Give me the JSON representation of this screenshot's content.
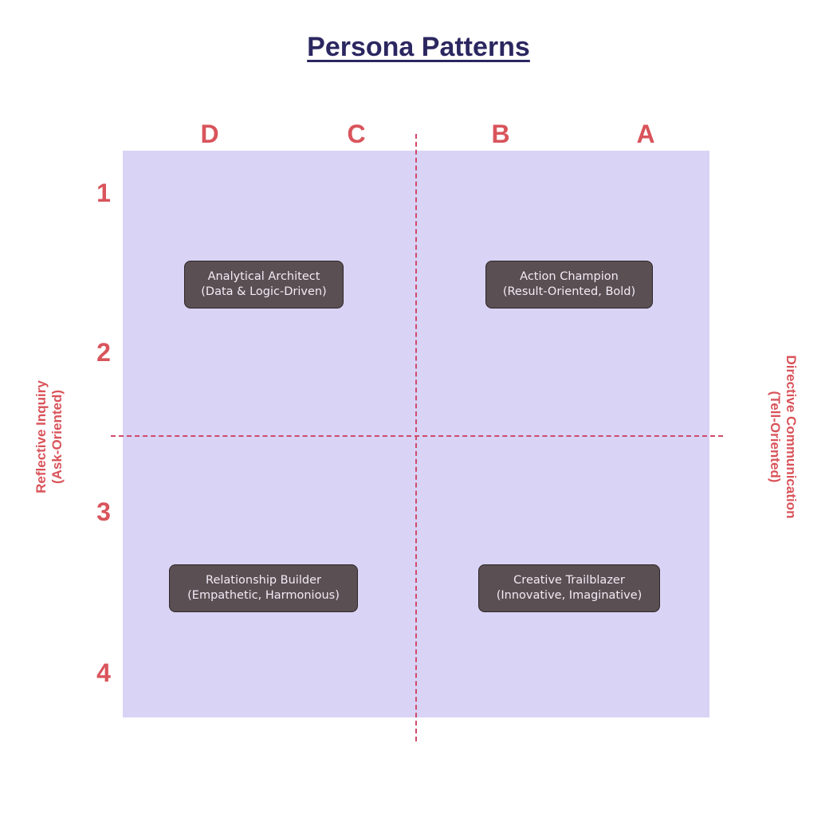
{
  "title": "Persona Patterns",
  "columns": [
    "D",
    "C",
    "B",
    "A"
  ],
  "rows": [
    "1",
    "2",
    "3",
    "4"
  ],
  "axis_left": {
    "line1": "Reflective Inquiry",
    "line2": "(Ask-Oriented)"
  },
  "axis_right": {
    "line1": "Directive Communication",
    "line2": "(Tell-Oriented)"
  },
  "quadrants": {
    "top_left": {
      "name": "Analytical Architect",
      "desc": "(Data & Logic-Driven)"
    },
    "top_right": {
      "name": "Action Champion",
      "desc": "(Result-Oriented, Bold)"
    },
    "bottom_left": {
      "name": "Relationship Builder",
      "desc": "(Empathetic, Harmonious)"
    },
    "bottom_right": {
      "name": "Creative Trailblazer",
      "desc": "(Innovative, Imaginative)"
    }
  },
  "colors": {
    "plot_fill": "#d9d3f5",
    "label_red": "#d9545b",
    "divider": "#cf4a6a",
    "box_fill": "#5a4f52",
    "title": "#2b2760"
  }
}
